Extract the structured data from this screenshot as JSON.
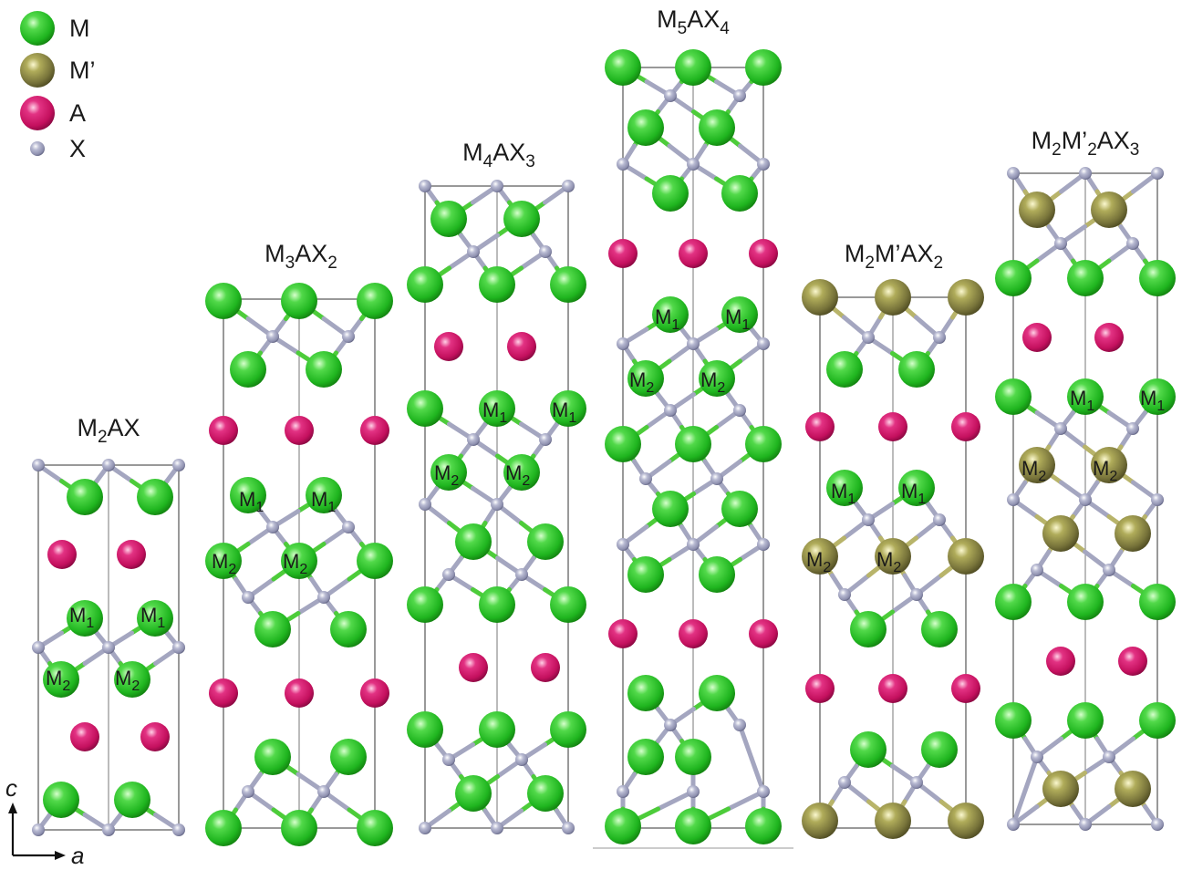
{
  "legend": [
    {
      "symbol": "M",
      "label": "M",
      "atom": "M"
    },
    {
      "symbol": "M'",
      "label": "M’",
      "atom": "Mp"
    },
    {
      "symbol": "A",
      "label": "A",
      "atom": "A"
    },
    {
      "symbol": "X",
      "label": "X",
      "atom": "X"
    }
  ],
  "axes": {
    "vertical": "c",
    "horizontal": "a"
  },
  "colors": {
    "M": "#2ec22e",
    "Mp": "#8a8644",
    "A": "#cc1466",
    "X": "#9ea0bc",
    "bond_m": "#4dcc3a",
    "bond_mp": "#b8b46a",
    "bond_x": "#a4a6c0",
    "cell": "#333333"
  },
  "structures": [
    {
      "id": "m2ax",
      "title": {
        "base": "M",
        "sub1": "2",
        "mid": "AX",
        "sub2": "",
        "sup": "",
        "sub3": "",
        "tail": ""
      },
      "site_labels": [
        "M1",
        "M1",
        "M2",
        "M2"
      ]
    },
    {
      "id": "m3ax2",
      "title": {
        "base": "M",
        "sub1": "3",
        "mid": "AX",
        "sub2": "2",
        "sup": "",
        "sub3": "",
        "tail": ""
      },
      "site_labels": [
        "M1",
        "M1",
        "M2",
        "M2"
      ]
    },
    {
      "id": "m4ax3",
      "title": {
        "base": "M",
        "sub1": "4",
        "mid": "AX",
        "sub2": "3",
        "sup": "",
        "sub3": "",
        "tail": ""
      },
      "site_labels": [
        "M1",
        "M1",
        "M2",
        "M2"
      ]
    },
    {
      "id": "m5ax4",
      "title": {
        "base": "M",
        "sub1": "5",
        "mid": "AX",
        "sub2": "4",
        "sup": "",
        "sub3": "",
        "tail": ""
      },
      "site_labels": [
        "M1",
        "M1",
        "M2",
        "M2"
      ]
    },
    {
      "id": "m2mpax2",
      "title": {
        "base": "M",
        "sub1": "2",
        "mid": "M’AX",
        "sub2": "2",
        "sup": "",
        "sub3": "",
        "tail": ""
      },
      "site_labels": [
        "M1",
        "M1",
        "M2",
        "M2"
      ]
    },
    {
      "id": "m2mp2ax3",
      "title": {
        "base": "M",
        "sub1": "2",
        "mid": "M’",
        "sub2": "2",
        "sup": "AX",
        "sub3": "3",
        "tail": ""
      },
      "site_labels": [
        "M1",
        "M1",
        "M2",
        "M2"
      ]
    }
  ]
}
